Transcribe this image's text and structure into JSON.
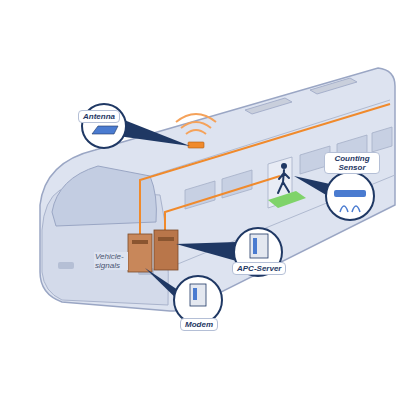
{
  "diagram": {
    "nodes": [
      {
        "text": [
          "Antenna"
        ]
      },
      {
        "text": [
          "Counting Sensor"
        ]
      },
      {
        "text": [
          "APC-Server"
        ]
      },
      {
        "text": [
          "Modem"
        ]
      }
    ],
    "labels": [
      "Vehicle-signals"
    ]
  }
}
